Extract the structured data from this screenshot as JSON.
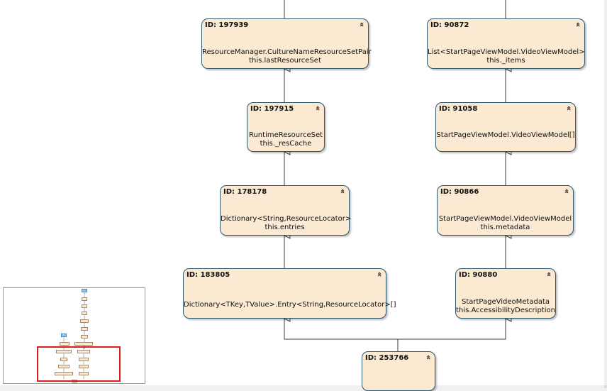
{
  "nodes": [
    {
      "key": "n197939",
      "id_label": "ID: 197939",
      "lines": [
        "ResourceManager.CultureNameResourceSetPair",
        "this.lastResourceSet"
      ]
    },
    {
      "key": "n197915",
      "id_label": "ID: 197915",
      "lines": [
        "RuntimeResourceSet",
        "this._resCache"
      ]
    },
    {
      "key": "n178178",
      "id_label": "ID: 178178",
      "lines": [
        "Dictionary<String,ResourceLocator>",
        "this.entries"
      ]
    },
    {
      "key": "n183805",
      "id_label": "ID: 183805",
      "lines": [
        "Dictionary<TKey,TValue>.Entry<String,ResourceLocator>[]"
      ]
    },
    {
      "key": "n90872",
      "id_label": "ID: 90872",
      "lines": [
        "List<StartPageViewModel.VideoViewModel>",
        "this._items"
      ]
    },
    {
      "key": "n91058",
      "id_label": "ID: 91058",
      "lines": [
        "StartPageViewModel.VideoViewModel[]"
      ]
    },
    {
      "key": "n90866",
      "id_label": "ID: 90866",
      "lines": [
        "StartPageViewModel.VideoViewModel",
        "this.metadata"
      ]
    },
    {
      "key": "n90880",
      "id_label": "ID: 90880",
      "lines": [
        "StartPageVideoMetadata",
        "this.AccessibilityDescription"
      ]
    },
    {
      "key": "n253766",
      "id_label": "ID: 253766",
      "lines": []
    }
  ],
  "collapse_glyph": "«",
  "colors": {
    "node_fill": "#fbe9d2",
    "node_border": "#2e5a73",
    "edge": "#3a3a3a",
    "overview_highlight": "#e01b1b",
    "overview_selected": "#8fc8f0"
  }
}
